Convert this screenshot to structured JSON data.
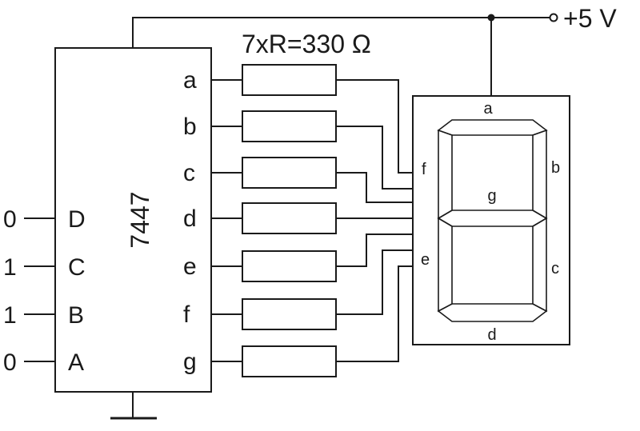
{
  "supply": {
    "label": "+5 V"
  },
  "resistor": {
    "label": "7xR=330 Ω",
    "count": 7
  },
  "ic": {
    "name": "7447",
    "inputs": [
      {
        "value": "0",
        "pin": "D"
      },
      {
        "value": "1",
        "pin": "C"
      },
      {
        "value": "1",
        "pin": "B"
      },
      {
        "value": "0",
        "pin": "A"
      }
    ],
    "outputs": [
      "a",
      "b",
      "c",
      "d",
      "e",
      "f",
      "g"
    ]
  },
  "display": {
    "segments": {
      "a": "a",
      "b": "b",
      "c": "c",
      "d": "d",
      "e": "e",
      "f": "f",
      "g": "g"
    }
  },
  "colors": {
    "line": "#1a1a1a",
    "background": "#ffffff"
  }
}
